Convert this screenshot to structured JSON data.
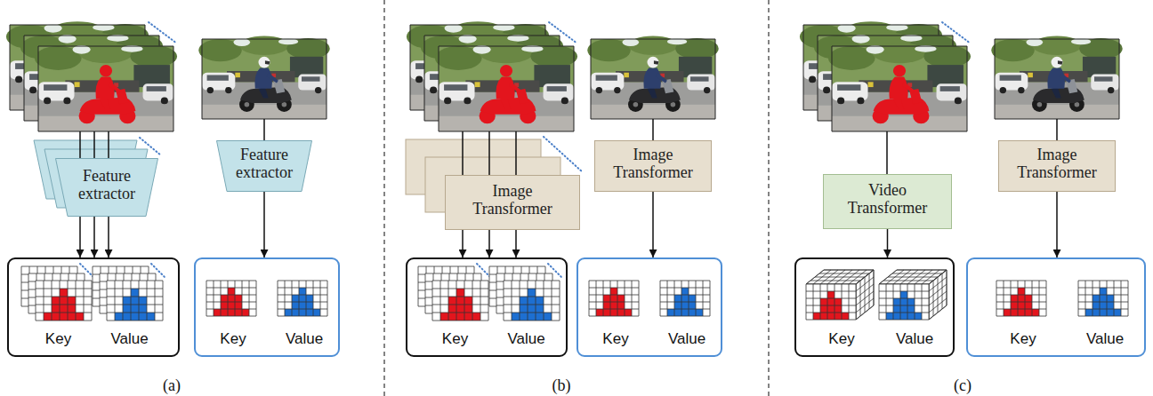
{
  "diagram": {
    "nodes": [
      {
        "text": [
          "Feature extractor"
        ]
      },
      {
        "text": [
          "Feature extractor"
        ]
      },
      {
        "text": [
          "Key",
          "Value"
        ]
      },
      {
        "text": [
          "Key",
          "Value"
        ]
      },
      {
        "text": [
          "Image Transformer"
        ]
      },
      {
        "text": [
          "Image Transformer"
        ]
      },
      {
        "text": [
          "Key",
          "Value"
        ]
      },
      {
        "text": [
          "Key",
          "Value"
        ]
      },
      {
        "text": [
          "Video Transformer"
        ]
      },
      {
        "text": [
          "Image Transformer"
        ]
      },
      {
        "text": [
          "Key",
          "Value"
        ]
      },
      {
        "text": [
          "Key",
          "Value"
        ]
      }
    ],
    "edges": [
      {
        "from": 0,
        "to": 2,
        "arrow": "to"
      },
      {
        "from": 0,
        "to": 2,
        "arrow": "to"
      },
      {
        "from": 0,
        "to": 2,
        "arrow": "to"
      },
      {
        "from": 1,
        "to": 3,
        "arrow": "to"
      },
      {
        "from": 4,
        "to": 6,
        "arrow": "to"
      },
      {
        "from": 4,
        "to": 6,
        "arrow": "to"
      },
      {
        "from": 4,
        "to": 6,
        "arrow": "to"
      },
      {
        "from": 5,
        "to": 7,
        "arrow": "to"
      },
      {
        "from": 8,
        "to": 10,
        "arrow": "to"
      },
      {
        "from": 9,
        "to": 11,
        "arrow": "to"
      }
    ],
    "labels": [
      "(a)",
      "(b)",
      "(c)"
    ]
  }
}
